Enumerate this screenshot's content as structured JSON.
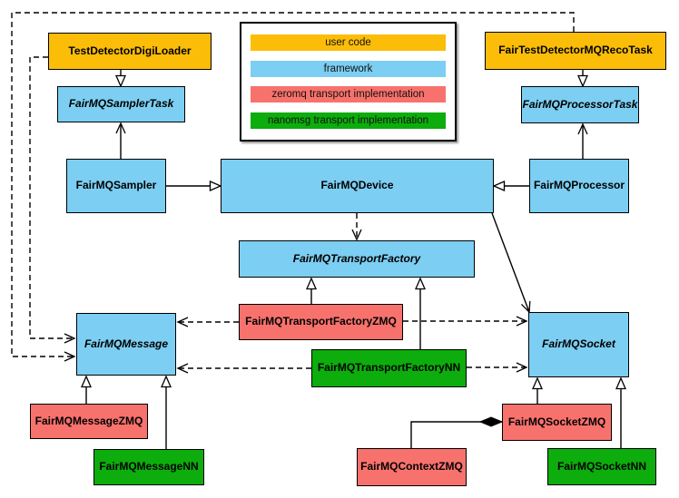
{
  "colors": {
    "user_code": "#FBBD08",
    "framework": "#7CCEF2",
    "zeromq": "#F8726D",
    "nanomsg": "#0CAD0C",
    "line": "#000000"
  },
  "legend": {
    "items": [
      {
        "label": "user code",
        "color": "#FBBD08"
      },
      {
        "label": "framework",
        "color": "#7CCEF2"
      },
      {
        "label": "zeromq transport implementation",
        "color": "#F8726D"
      },
      {
        "label": "nanomsg transport implementation",
        "color": "#0CAD0C"
      }
    ]
  },
  "nodes": {
    "test_detector_digi_loader": {
      "label": "TestDetectorDigiLoader",
      "category": "user_code",
      "abstract": false
    },
    "fair_test_detector_mq_reco_task": {
      "label": "FairTestDetectorMQRecoTask",
      "category": "user_code",
      "abstract": false
    },
    "fairmq_sampler_task": {
      "label": "FairMQSamplerTask",
      "category": "framework",
      "abstract": true
    },
    "fairmq_processor_task": {
      "label": "FairMQProcessorTask",
      "category": "framework",
      "abstract": true
    },
    "fairmq_sampler": {
      "label": "FairMQSampler",
      "category": "framework",
      "abstract": false
    },
    "fairmq_device": {
      "label": "FairMQDevice",
      "category": "framework",
      "abstract": false
    },
    "fairmq_processor": {
      "label": "FairMQProcessor",
      "category": "framework",
      "abstract": false
    },
    "fairmq_transport_factory": {
      "label": "FairMQTransportFactory",
      "category": "framework",
      "abstract": true
    },
    "fairmq_transport_factory_zmq": {
      "label": "FairMQTransportFactoryZMQ",
      "category": "zeromq",
      "abstract": false
    },
    "fairmq_message": {
      "label": "FairMQMessage",
      "category": "framework",
      "abstract": true
    },
    "fairmq_transport_factory_nn": {
      "label": "FairMQTransportFactoryNN",
      "category": "nanomsg",
      "abstract": false
    },
    "fairmq_socket": {
      "label": "FairMQSocket",
      "category": "framework",
      "abstract": true
    },
    "fairmq_message_zmq": {
      "label": "FairMQMessageZMQ",
      "category": "zeromq",
      "abstract": false
    },
    "fairmq_message_nn": {
      "label": "FairMQMessageNN",
      "category": "nanomsg",
      "abstract": false
    },
    "fairmq_context_zmq": {
      "label": "FairMQContextZMQ",
      "category": "zeromq",
      "abstract": false
    },
    "fairmq_socket_zmq": {
      "label": "FairMQSocketZMQ",
      "category": "zeromq",
      "abstract": false
    },
    "fairmq_socket_nn": {
      "label": "FairMQSocketNN",
      "category": "nanomsg",
      "abstract": false
    }
  },
  "edges": [
    {
      "from": "test_detector_digi_loader",
      "to": "fairmq_sampler_task",
      "type": "inheritance-hollow-triangle"
    },
    {
      "from": "fair_test_detector_mq_reco_task",
      "to": "fairmq_processor_task",
      "type": "inheritance-hollow-triangle"
    },
    {
      "from": "fairmq_sampler",
      "to": "fairmq_sampler_task",
      "type": "association-open-arrow"
    },
    {
      "from": "fairmq_processor",
      "to": "fairmq_processor_task",
      "type": "association-open-arrow"
    },
    {
      "from": "fairmq_sampler",
      "to": "fairmq_device",
      "type": "inheritance-hollow-triangle"
    },
    {
      "from": "fairmq_processor",
      "to": "fairmq_device",
      "type": "inheritance-hollow-triangle"
    },
    {
      "from": "fairmq_device",
      "to": "fairmq_transport_factory",
      "type": "dependency-dashed-open-arrow"
    },
    {
      "from": "fairmq_device",
      "to": "fairmq_socket",
      "type": "association-open-arrow"
    },
    {
      "from": "fairmq_transport_factory_zmq",
      "to": "fairmq_transport_factory",
      "type": "inheritance-hollow-triangle"
    },
    {
      "from": "fairmq_transport_factory_nn",
      "to": "fairmq_transport_factory",
      "type": "inheritance-hollow-triangle"
    },
    {
      "from": "fairmq_transport_factory_zmq",
      "to": "fairmq_message",
      "type": "dependency-dashed-open-arrow"
    },
    {
      "from": "fairmq_transport_factory_zmq",
      "to": "fairmq_socket",
      "type": "dependency-dashed-open-arrow"
    },
    {
      "from": "fairmq_transport_factory_nn",
      "to": "fairmq_message",
      "type": "dependency-dashed-open-arrow"
    },
    {
      "from": "fairmq_transport_factory_nn",
      "to": "fairmq_socket",
      "type": "dependency-dashed-open-arrow"
    },
    {
      "from": "test_detector_digi_loader",
      "to": "fairmq_message",
      "type": "dependency-dashed-open-arrow"
    },
    {
      "from": "fair_test_detector_mq_reco_task",
      "to": "fairmq_message",
      "type": "dependency-dashed-open-arrow"
    },
    {
      "from": "fairmq_message_zmq",
      "to": "fairmq_message",
      "type": "inheritance-hollow-triangle"
    },
    {
      "from": "fairmq_message_nn",
      "to": "fairmq_message",
      "type": "inheritance-hollow-triangle"
    },
    {
      "from": "fairmq_socket_zmq",
      "to": "fairmq_socket",
      "type": "inheritance-hollow-triangle"
    },
    {
      "from": "fairmq_socket_nn",
      "to": "fairmq_socket",
      "type": "inheritance-hollow-triangle"
    },
    {
      "from": "fairmq_socket_zmq",
      "to": "fairmq_context_zmq",
      "type": "composition-filled-diamond"
    }
  ]
}
